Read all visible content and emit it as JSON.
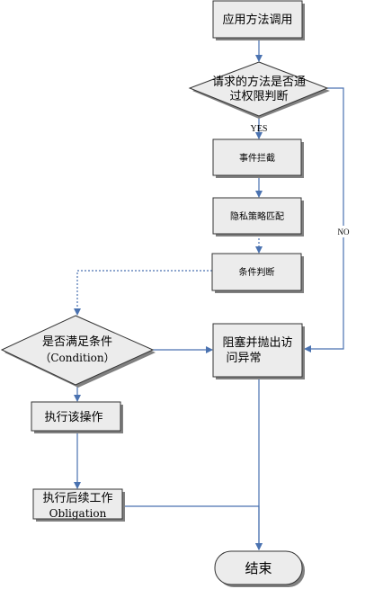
{
  "flowchart": {
    "nodes": {
      "invoke_method": "应用方法调用",
      "permission_check_line1": "请求的方法是否通",
      "permission_check_line2": "过权限判断",
      "event_intercept": "事件拦截",
      "privacy_policy_match": "隐私策略匹配",
      "condition_judgment": "条件判断",
      "condition_met_line1": "是否满足条件",
      "condition_met_line2": "（Condition）",
      "block_exception_line1": "阻塞并抛出访",
      "block_exception_line2": "问异常",
      "execute_operation": "执行该操作",
      "obligation_line1": "执行后续工作",
      "obligation_line2": "Obligation",
      "end": "结束"
    },
    "edge_labels": {
      "yes": "YES",
      "no": "NO"
    },
    "colors": {
      "box_fill": "#ececec",
      "box_border": "#333333",
      "arrow": "#4a72b0",
      "shadow": "#808080"
    }
  }
}
